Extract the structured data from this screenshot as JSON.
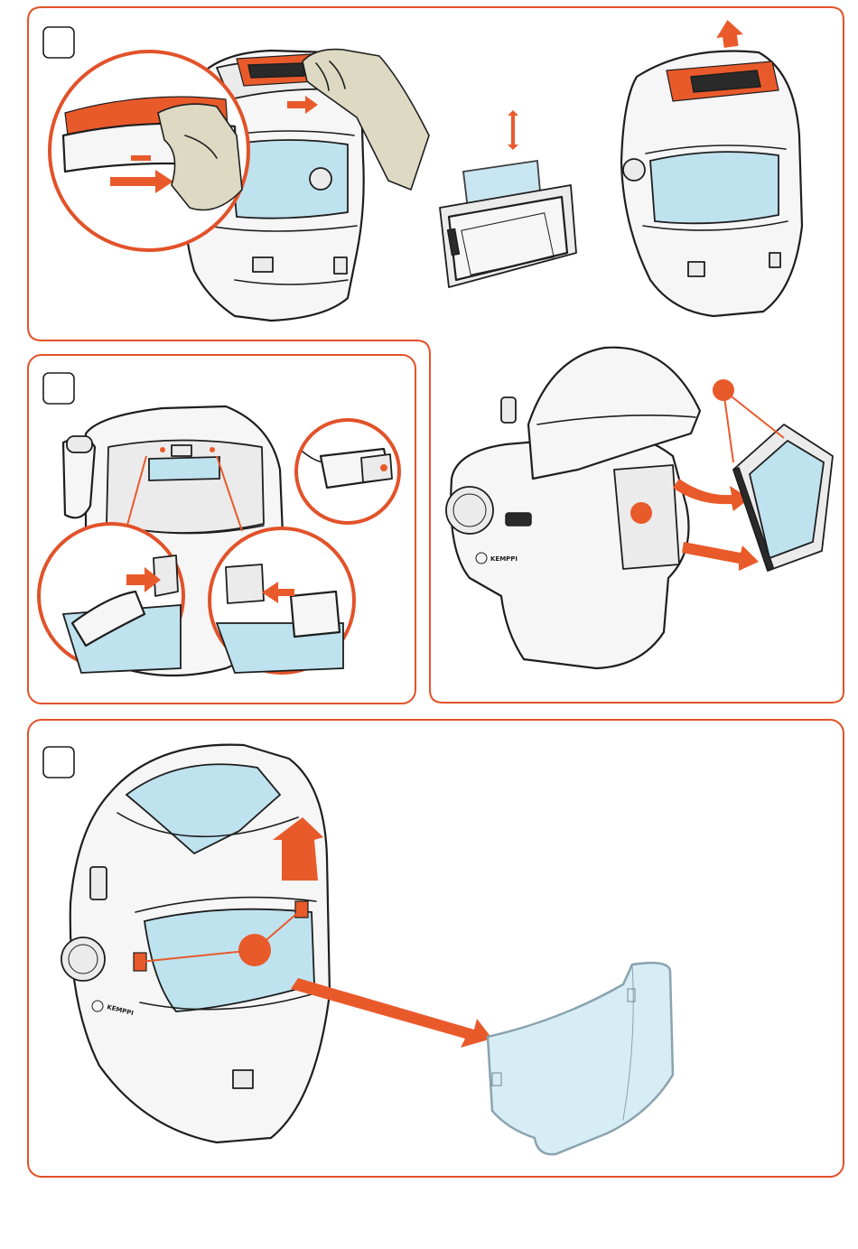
{
  "figure": {
    "steps": [
      {
        "id": "step-1",
        "label": ""
      },
      {
        "id": "step-2",
        "label": ""
      },
      {
        "id": "step-3",
        "label": ""
      }
    ],
    "brand_mark": "KEMPPI",
    "colors": {
      "accent": "#e95a2b",
      "panel_border": "#e2522a",
      "glass": "#bfe2ef",
      "shell": "#f6f6f6",
      "outline": "#1e1e1e",
      "hand": "#ddd9c2"
    }
  }
}
